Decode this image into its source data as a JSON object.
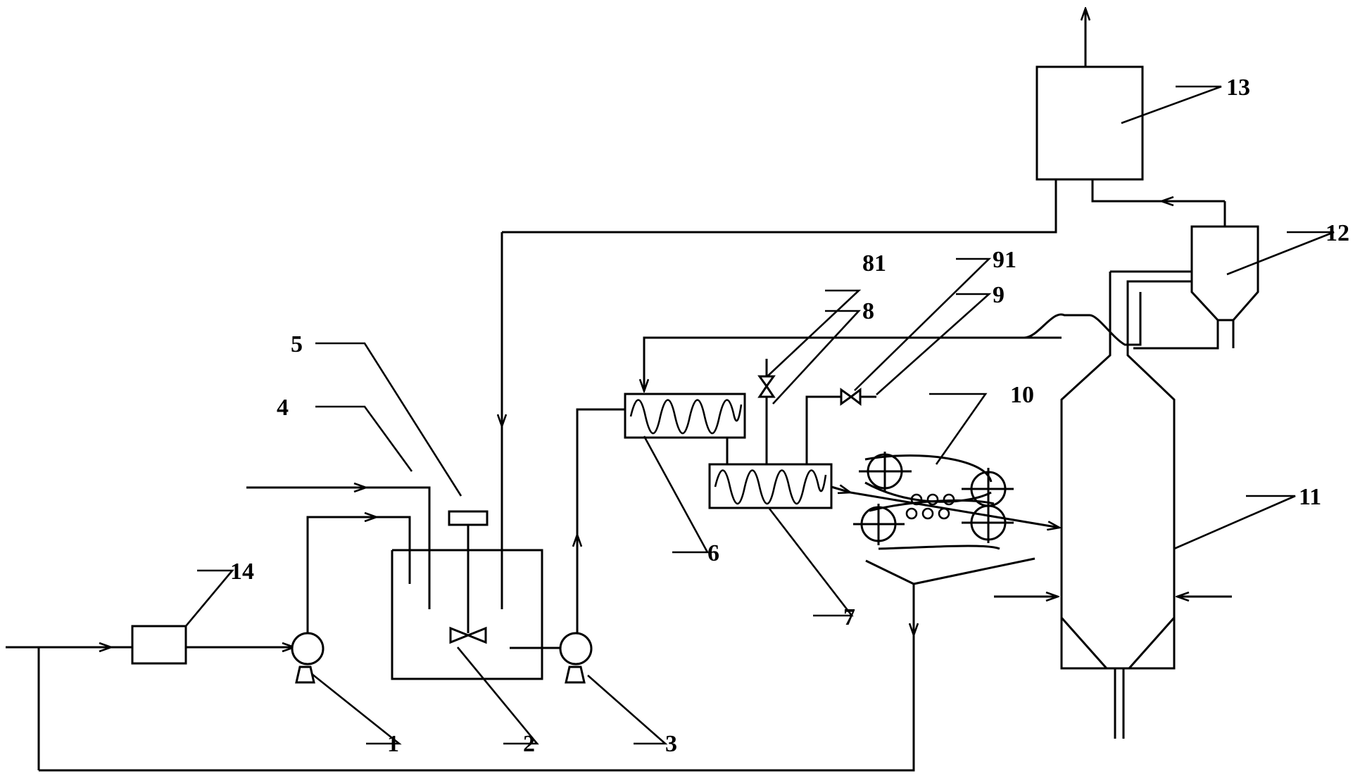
{
  "labels": {
    "pump_1": "1",
    "tank_2": "2",
    "pump_3": "3",
    "pipe_4": "4",
    "stirrer_5": "5",
    "heat_exchanger_6": "6",
    "heat_exchanger_7": "7",
    "pipe_8": "8",
    "valve_81": "81",
    "pipe_9": "9",
    "valve_91": "91",
    "press_10": "10",
    "tower_11": "11",
    "cyclone_12": "12",
    "unit_13": "13",
    "unit_14": "14"
  }
}
